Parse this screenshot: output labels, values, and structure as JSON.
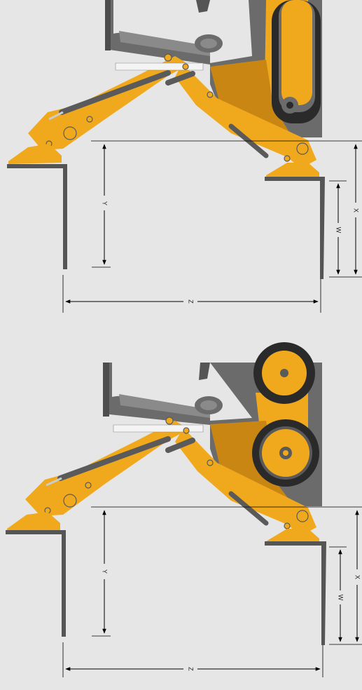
{
  "diagrams": [
    {
      "machine": "tracked-loader",
      "label_y": "Y",
      "label_w": "W",
      "label_x": "X",
      "label_z": "Z"
    },
    {
      "machine": "wheeled-loader",
      "label_y": "Y",
      "label_w": "W",
      "label_x": "X",
      "label_z": "Z"
    }
  ],
  "colors": {
    "background": "#e6e6e6",
    "body_yellow": "#f0a81c",
    "body_dark": "#c98612",
    "frame_gray": "#6b6b6b",
    "frame_light": "#8a8a8a",
    "cylinder_gray": "#5a5a5a",
    "rod_white": "#f4f4f4",
    "fork_gray": "#555555",
    "tire_black": "#2a2a2a",
    "dim_line": "#000000"
  }
}
